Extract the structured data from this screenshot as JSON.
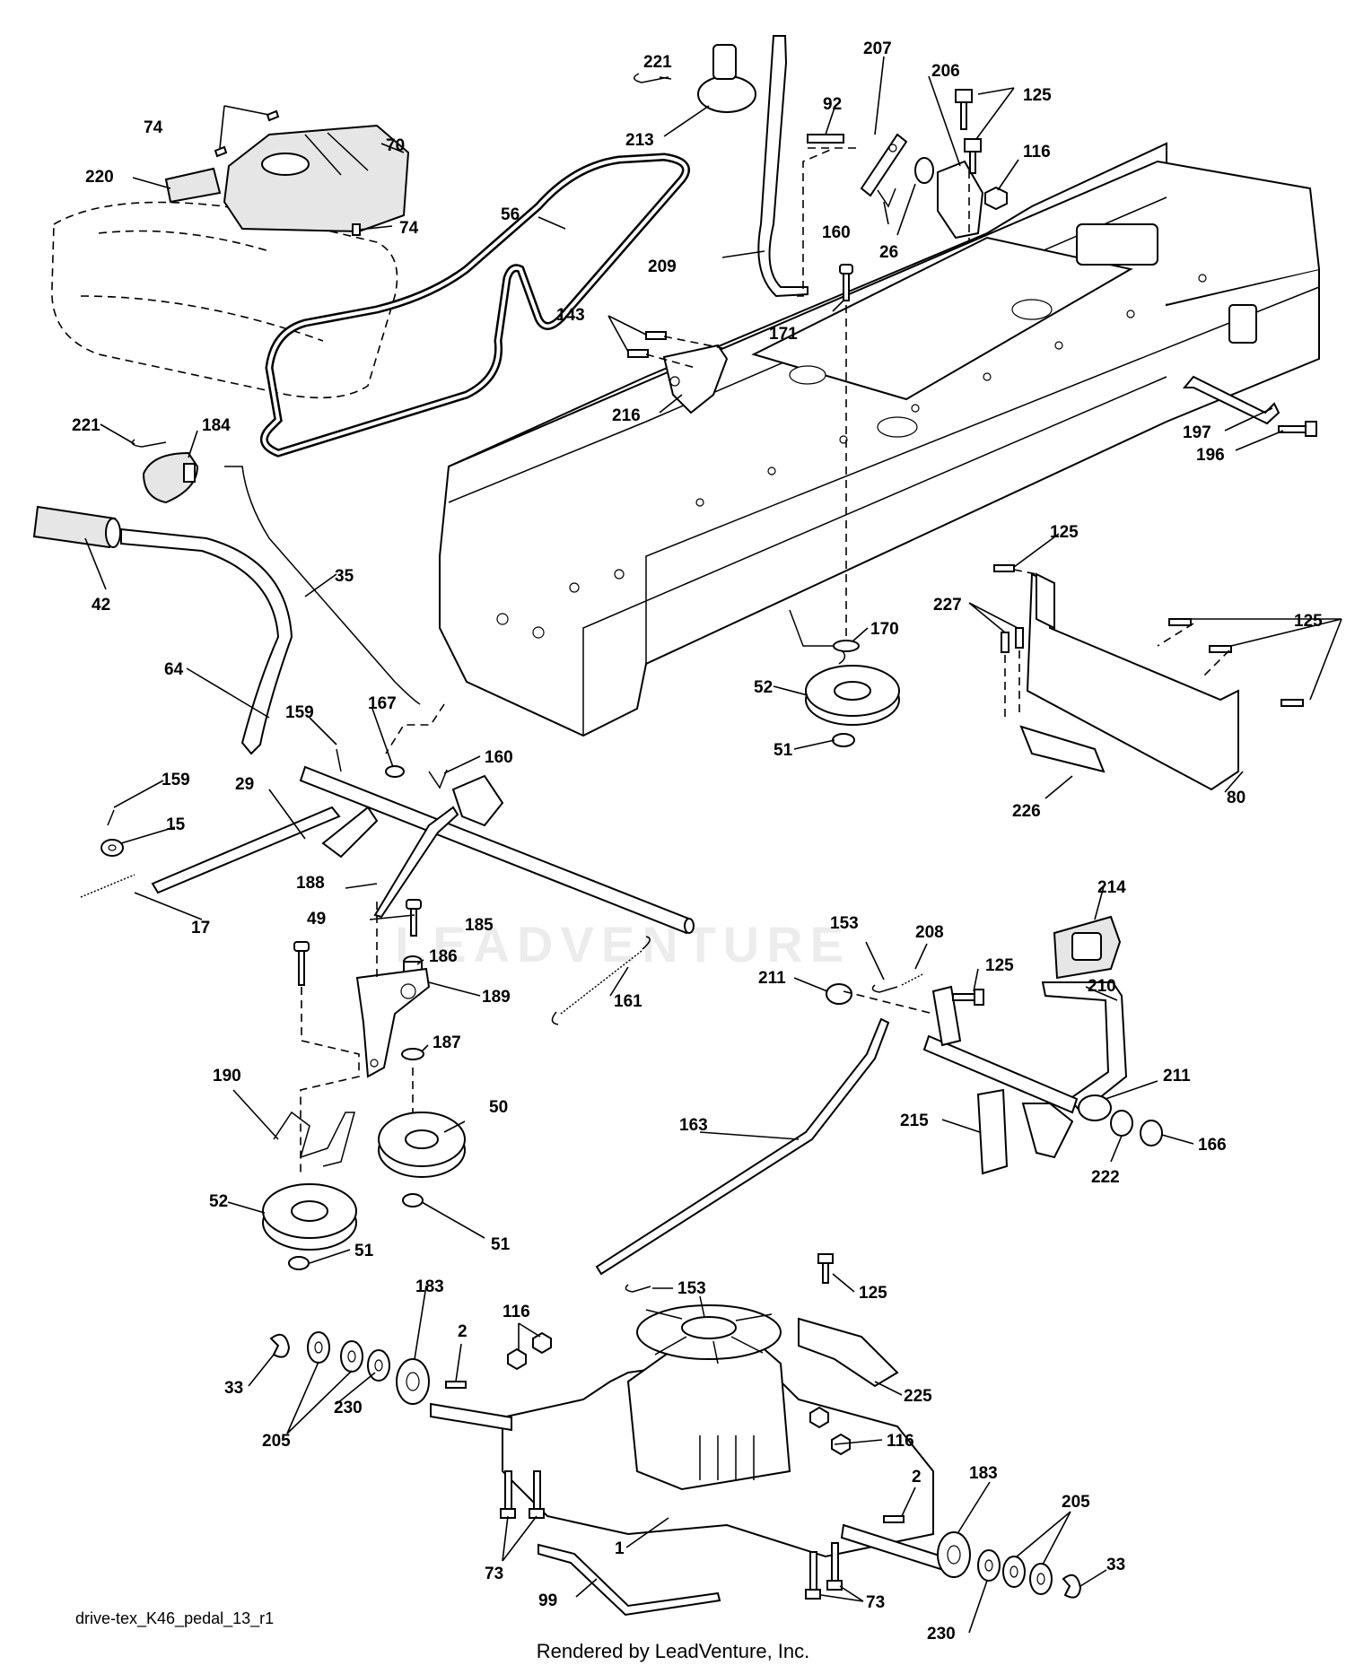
{
  "diagram": {
    "code": "drive-tex_K46_pedal_13_r1",
    "credit": "Rendered by LeadVenture, Inc.",
    "watermark": "LEADVENTURE",
    "callouts": [
      {
        "id": "c-221a",
        "text": "221"
      },
      {
        "id": "c-213",
        "text": "213"
      },
      {
        "id": "c-207",
        "text": "207"
      },
      {
        "id": "c-206",
        "text": "206"
      },
      {
        "id": "c-125a",
        "text": "125"
      },
      {
        "id": "c-92",
        "text": "92"
      },
      {
        "id": "c-116a",
        "text": "116"
      },
      {
        "id": "c-74a",
        "text": "74"
      },
      {
        "id": "c-70",
        "text": "70"
      },
      {
        "id": "c-220",
        "text": "220"
      },
      {
        "id": "c-74b",
        "text": "74"
      },
      {
        "id": "c-56",
        "text": "56"
      },
      {
        "id": "c-160a",
        "text": "160"
      },
      {
        "id": "c-26",
        "text": "26"
      },
      {
        "id": "c-209",
        "text": "209"
      },
      {
        "id": "c-171",
        "text": "171"
      },
      {
        "id": "c-143",
        "text": "143"
      },
      {
        "id": "c-216",
        "text": "216"
      },
      {
        "id": "c-197",
        "text": "197"
      },
      {
        "id": "c-196",
        "text": "196"
      },
      {
        "id": "c-221b",
        "text": "221"
      },
      {
        "id": "c-184",
        "text": "184"
      },
      {
        "id": "c-42",
        "text": "42"
      },
      {
        "id": "c-35",
        "text": "35"
      },
      {
        "id": "c-125b",
        "text": "125"
      },
      {
        "id": "c-227",
        "text": "227"
      },
      {
        "id": "c-125c",
        "text": "125"
      },
      {
        "id": "c-170",
        "text": "170"
      },
      {
        "id": "c-52a",
        "text": "52"
      },
      {
        "id": "c-51a",
        "text": "51"
      },
      {
        "id": "c-64",
        "text": "64"
      },
      {
        "id": "c-159a",
        "text": "159"
      },
      {
        "id": "c-167",
        "text": "167"
      },
      {
        "id": "c-160b",
        "text": "160"
      },
      {
        "id": "c-226",
        "text": "226"
      },
      {
        "id": "c-80",
        "text": "80"
      },
      {
        "id": "c-159b",
        "text": "159"
      },
      {
        "id": "c-29",
        "text": "29"
      },
      {
        "id": "c-15",
        "text": "15"
      },
      {
        "id": "c-188",
        "text": "188"
      },
      {
        "id": "c-17",
        "text": "17"
      },
      {
        "id": "c-49",
        "text": "49"
      },
      {
        "id": "c-185",
        "text": "185"
      },
      {
        "id": "c-186",
        "text": "186"
      },
      {
        "id": "c-189",
        "text": "189"
      },
      {
        "id": "c-187",
        "text": "187"
      },
      {
        "id": "c-161",
        "text": "161"
      },
      {
        "id": "c-153a",
        "text": "153"
      },
      {
        "id": "c-208",
        "text": "208"
      },
      {
        "id": "c-214",
        "text": "214"
      },
      {
        "id": "c-211a",
        "text": "211"
      },
      {
        "id": "c-125d",
        "text": "125"
      },
      {
        "id": "c-210",
        "text": "210"
      },
      {
        "id": "c-190",
        "text": "190"
      },
      {
        "id": "c-50",
        "text": "50"
      },
      {
        "id": "c-163",
        "text": "163"
      },
      {
        "id": "c-211b",
        "text": "211"
      },
      {
        "id": "c-215",
        "text": "215"
      },
      {
        "id": "c-166",
        "text": "166"
      },
      {
        "id": "c-222",
        "text": "222"
      },
      {
        "id": "c-52b",
        "text": "52"
      },
      {
        "id": "c-51b",
        "text": "51"
      },
      {
        "id": "c-51c",
        "text": "51"
      },
      {
        "id": "c-183a",
        "text": "183"
      },
      {
        "id": "c-116b",
        "text": "116"
      },
      {
        "id": "c-153b",
        "text": "153"
      },
      {
        "id": "c-125e",
        "text": "125"
      },
      {
        "id": "c-2a",
        "text": "2"
      },
      {
        "id": "c-33a",
        "text": "33"
      },
      {
        "id": "c-230a",
        "text": "230"
      },
      {
        "id": "c-205a",
        "text": "205"
      },
      {
        "id": "c-225",
        "text": "225"
      },
      {
        "id": "c-116c",
        "text": "116"
      },
      {
        "id": "c-2b",
        "text": "2"
      },
      {
        "id": "c-183b",
        "text": "183"
      },
      {
        "id": "c-205b",
        "text": "205"
      },
      {
        "id": "c-1",
        "text": "1"
      },
      {
        "id": "c-73a",
        "text": "73"
      },
      {
        "id": "c-33b",
        "text": "33"
      },
      {
        "id": "c-99",
        "text": "99"
      },
      {
        "id": "c-73b",
        "text": "73"
      },
      {
        "id": "c-230b",
        "text": "230"
      }
    ]
  }
}
